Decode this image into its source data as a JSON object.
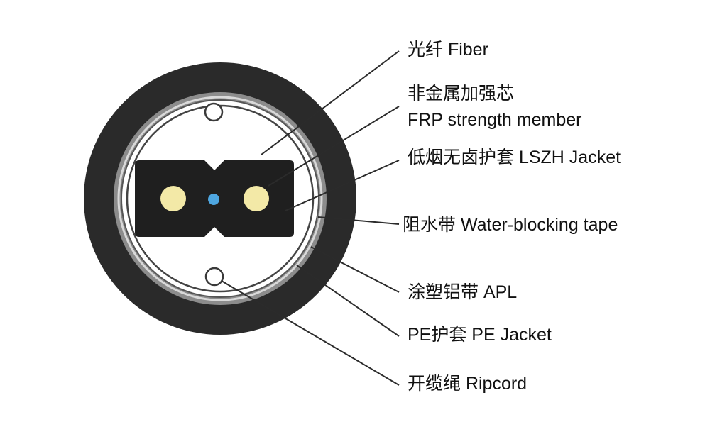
{
  "colors": {
    "outer_jacket": "#2a2a2a",
    "apl_band": "#8f8f8f",
    "tape": "#ffffff",
    "core_body": "#1f1f1f",
    "strength_member": "#f3e9a7",
    "fiber": "#4ea6e0",
    "leader_line": "#2b2b2b"
  },
  "labels": {
    "fiber": "光纤   Fiber",
    "frp_cn": "非金属加强芯",
    "frp_en": "FRP strength member",
    "lszh": "低烟无卤护套   LSZH Jacket",
    "tape": "阻水带 Water-blocking tape",
    "apl": "涂塑铝带   APL",
    "pe": "PE护套    PE Jacket",
    "ripcord": "开缆绳   Ripcord"
  }
}
